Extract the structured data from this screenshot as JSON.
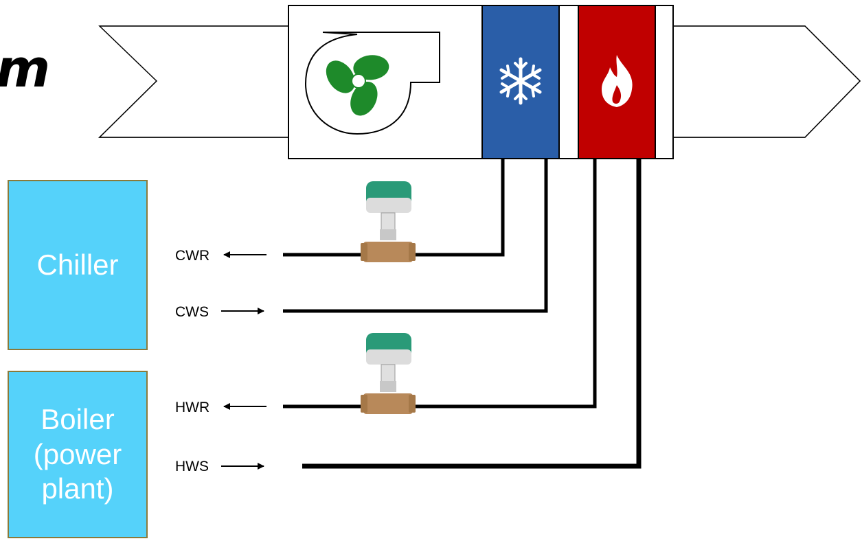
{
  "title_fragment": "m",
  "plants": {
    "chiller_label": "Chiller",
    "boiler_label": "Boiler\n(power\nplant)"
  },
  "pipes": {
    "cwr": "CWR",
    "cws": "CWS",
    "hwr": "HWR",
    "hws": "HWS"
  },
  "colors": {
    "cooling_coil": "#2a5ea8",
    "heating_coil": "#c00000",
    "fan_blades": "#1e8a2a",
    "plant_box": "#55d2fa",
    "valve_actuator": "#2a9a78",
    "valve_body": "#b8895a"
  },
  "icons": {
    "fan": "fan-icon",
    "cooling": "snowflake-icon",
    "heating": "flame-icon",
    "valve": "control-valve-icon"
  }
}
